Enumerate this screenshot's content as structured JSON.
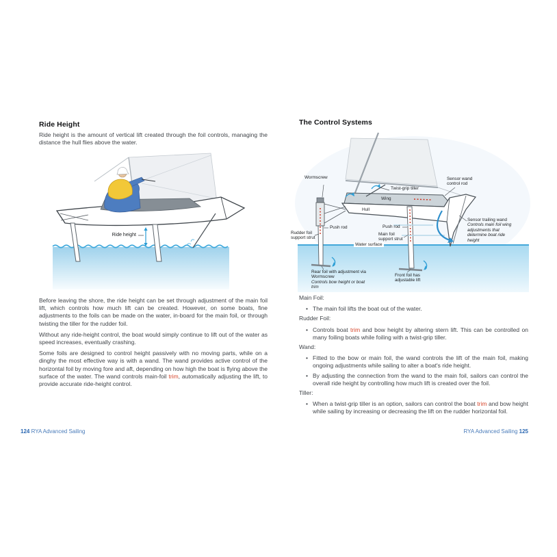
{
  "book": {
    "title": "RYA Advanced Sailing",
    "left_page_number": "124",
    "right_page_number": "125"
  },
  "left_page": {
    "heading": "Ride Height",
    "intro": "Ride height is the amount of vertical lift created through the foil controls, managing the distance the hull flies above the water.",
    "diagram": {
      "ride_height_label": "Ride height"
    },
    "paragraphs": {
      "p1": "Before leaving the shore, the ride height can be set through adjustment of the main foil lift, which controls how much lift can be created. However, on some boats, fine adjustments to the foils can be made on the water, in-board for the main foil, or through twisting the tiller for the rudder foil.",
      "p2": "Without any ride-height control, the boat would simply continue to lift out of the water as speed increases, eventually crashing.",
      "p3_before": "Some foils are designed to control height passively with no moving parts, while on a dinghy the most effective way is with a wand. The wand provides active control of the horizontal foil by moving fore and aft, depending on how high the boat is flying above the surface of the water. The wand controls main-foil ",
      "p3_trim": "trim",
      "p3_after": ", automatically adjusting the lift, to provide accurate ride-height control."
    }
  },
  "right_page": {
    "heading": "The Control Systems",
    "diagram": {
      "labels": {
        "wormscrew": "Wormscrew",
        "twist_grip_tiller": "Twist-grip tiller",
        "wing": "Wing",
        "hull": "Hull",
        "sensor_wand_control_rod": "Sensor wand control rod",
        "push_rod_left": "Push rod",
        "push_rod_right": "Push rod",
        "rudder_foil_support_strut": "Rudder foil support strut",
        "main_foil_support_strut": "Main foil support strut",
        "water_surface": "Water surface",
        "sensor_trailing_wand": "Sensor trailing wand",
        "sensor_trailing_wand_note": "Controls main foil wing adjustments that determine boat ride height",
        "rear_foil": "Rear foil with adjustment via Wormscrew",
        "rear_foil_note": "Controls bow height or boat trim",
        "front_foil": "Front foil has adjustable lift"
      }
    },
    "sections": [
      {
        "heading": "Main Foil:",
        "bullets": [
          {
            "before": "The main foil lifts the boat out of the water.",
            "trim": "",
            "after": ""
          }
        ]
      },
      {
        "heading": "Rudder Foil:",
        "bullets": [
          {
            "before": "Controls boat ",
            "trim": "trim",
            "after": " and bow height by altering stern lift. This can be controlled on many foiling boats while foiling with a twist-grip tiller."
          }
        ]
      },
      {
        "heading": "Wand:",
        "bullets": [
          {
            "before": "Fitted to the bow or main foil, the wand controls the lift of the main foil, making ongoing adjustments while sailing to alter a boat's ride height.",
            "trim": "",
            "after": ""
          },
          {
            "before": "By adjusting the connection from the wand to the main foil, sailors can control the overall ride height by controlling how much lift is created over the foil.",
            "trim": "",
            "after": ""
          }
        ]
      },
      {
        "heading": "Tiller:",
        "bullets": [
          {
            "before": "When a twist-grip tiller is an option, sailors can control the boat ",
            "trim": "trim",
            "after": " and bow height while sailing by increasing or decreasing the lift on the rudder horizontal foil."
          }
        ]
      }
    ]
  },
  "colors": {
    "accent_red": "#d6452b",
    "footer_blue": "#2a67b2",
    "water_blue": "#a9daf1",
    "wave_line_blue": "#35a3d8"
  }
}
